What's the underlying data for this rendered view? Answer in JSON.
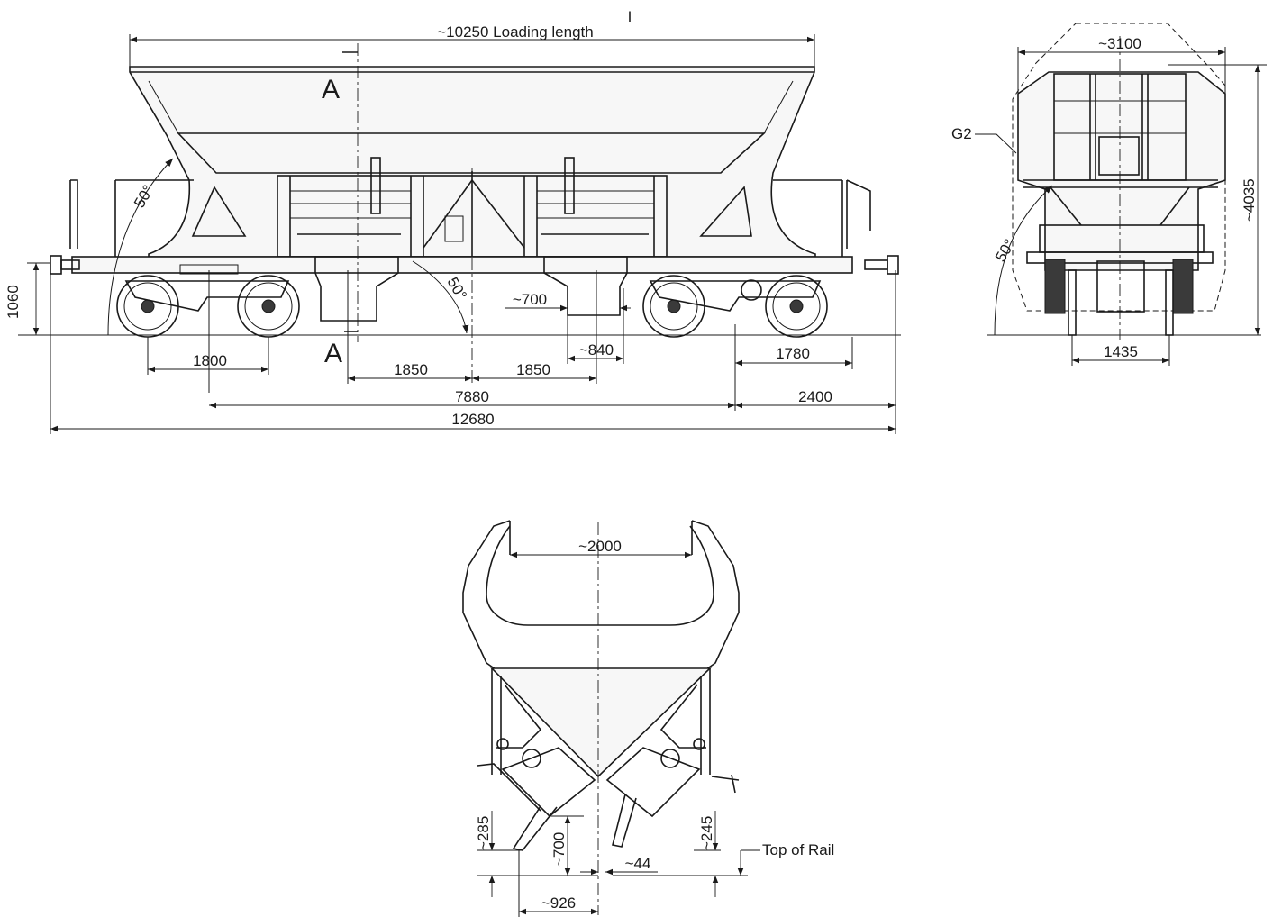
{
  "top_mark": "I",
  "side_view": {
    "loading_length": "~10250 Loading length",
    "section_label_top": "A",
    "section_label_bottom": "A",
    "angle_left": "50°",
    "angle_center": "50°",
    "dim_height": "1060",
    "dim_bogie_wheelbase_left": "1800",
    "dim_bogie_wheelbase_right": "1780",
    "dim_half_left": "1850",
    "dim_half_right": "1850",
    "dim_outlet": "~700",
    "dim_outlet_bottom": "~840",
    "dim_bogie_centres": "7880",
    "dim_overhang": "2400",
    "dim_total_length": "12680"
  },
  "end_view": {
    "dim_width": "~3100",
    "gauge_label": "G2",
    "dim_height": "~4035",
    "angle": "50°",
    "dim_gauge": "1435"
  },
  "section_view": {
    "dim_top_opening": "~2000",
    "dim_285": "~285",
    "dim_700": "~700",
    "dim_245": "~245",
    "dim_44": "~44",
    "dim_926": "~926",
    "top_of_rail": "Top of Rail"
  }
}
